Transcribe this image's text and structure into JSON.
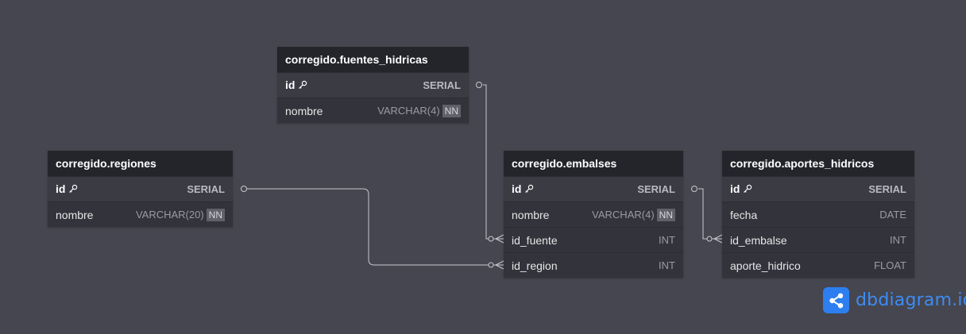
{
  "tables": {
    "fuentes": {
      "title": "corregido.fuentes_hidricas",
      "columns": [
        {
          "name": "id",
          "type": "SERIAL",
          "pk": true
        },
        {
          "name": "nombre",
          "type": "VARCHAR(4)",
          "badge": "NN"
        }
      ]
    },
    "regiones": {
      "title": "corregido.regiones",
      "columns": [
        {
          "name": "id",
          "type": "SERIAL",
          "pk": true
        },
        {
          "name": "nombre",
          "type": "VARCHAR(20)",
          "badge": "NN"
        }
      ]
    },
    "embalses": {
      "title": "corregido.embalses",
      "columns": [
        {
          "name": "id",
          "type": "SERIAL",
          "pk": true
        },
        {
          "name": "nombre",
          "type": "VARCHAR(4)",
          "badge": "NN"
        },
        {
          "name": "id_fuente",
          "type": "INT"
        },
        {
          "name": "id_region",
          "type": "INT"
        }
      ]
    },
    "aportes": {
      "title": "corregido.aportes_hidricos",
      "columns": [
        {
          "name": "id",
          "type": "SERIAL",
          "pk": true
        },
        {
          "name": "fecha",
          "type": "DATE"
        },
        {
          "name": "id_embalse",
          "type": "INT"
        },
        {
          "name": "aporte_hidrico",
          "type": "FLOAT"
        }
      ]
    }
  },
  "relationships": [
    {
      "from": "fuentes.id",
      "to": "embalses.id_fuente"
    },
    {
      "from": "regiones.id",
      "to": "embalses.id_region"
    },
    {
      "from": "embalses.id",
      "to": "aportes.id_embalse"
    }
  ],
  "brand": {
    "name": "dbdiagram.io",
    "icon": "share-nodes-icon",
    "color": "#2d7ff0"
  },
  "colors": {
    "background": "#45464f",
    "header": "#24252b",
    "body": "#32333b",
    "connector": "#c8c9cf"
  }
}
